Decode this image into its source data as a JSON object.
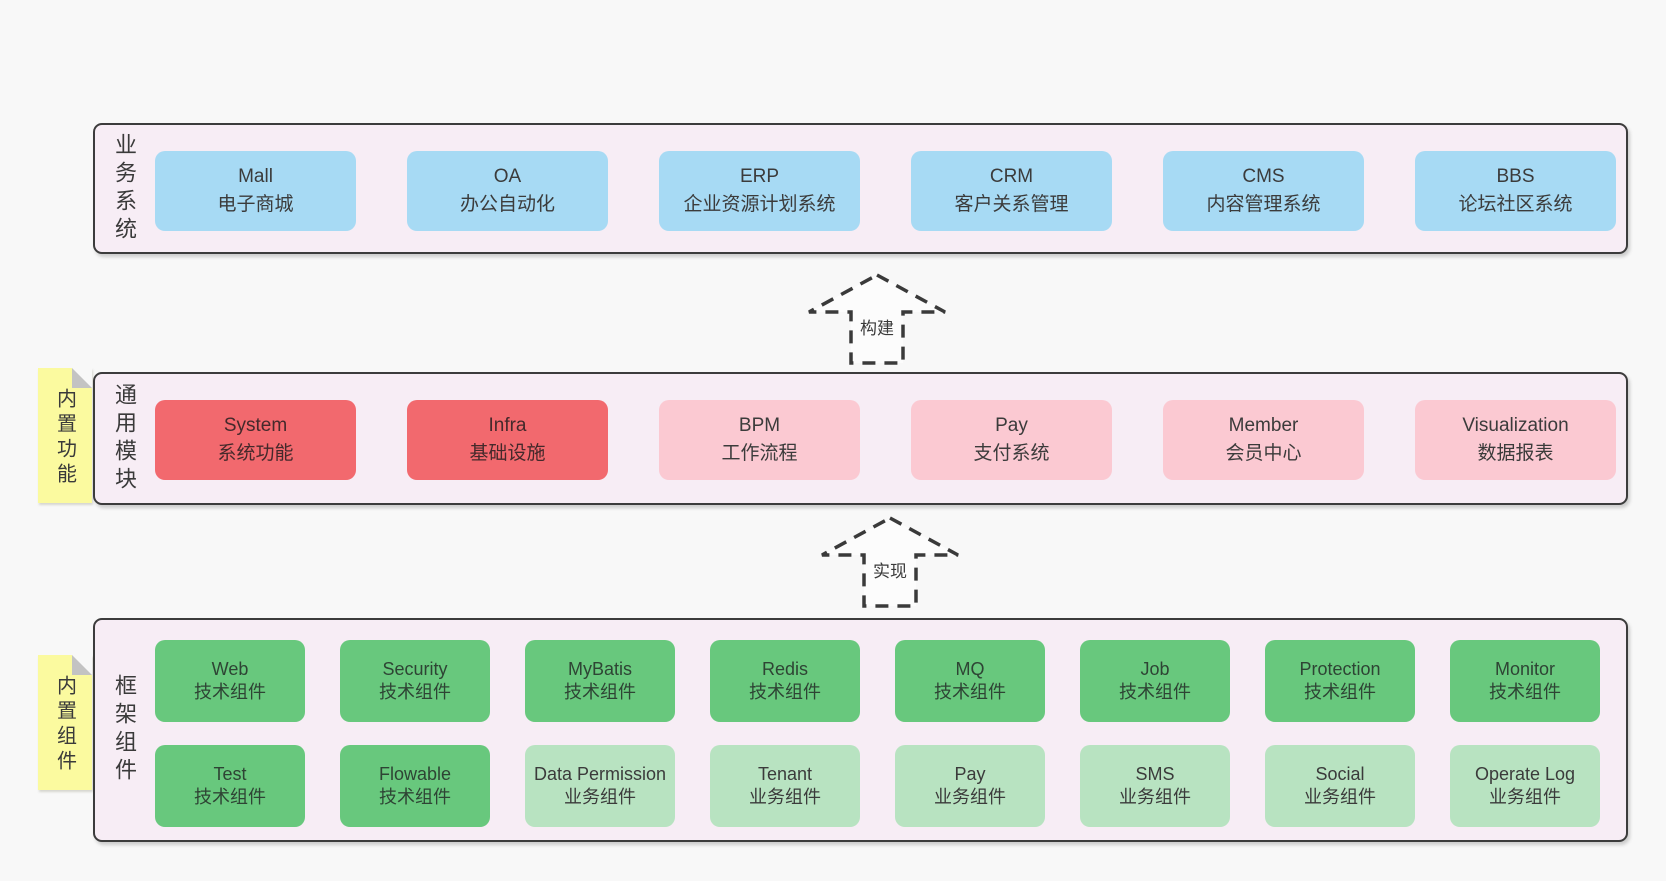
{
  "colors": {
    "page_bg": "#f8f8f8",
    "panel_bg": "#f7edf5",
    "panel_border": "#3c3c3c",
    "node_blue": "#a7daf4",
    "node_red": "#f2696e",
    "node_pink": "#fbc9d2",
    "node_green": "#68c87d",
    "node_light_green": "#b8e3c1",
    "sticky_note": "#fbfa9f",
    "text": "#3b3b3b"
  },
  "layers": {
    "business": {
      "label": "业务系统",
      "boxes": [
        {
          "title": "Mall",
          "subtitle": "电子商城"
        },
        {
          "title": "OA",
          "subtitle": "办公自动化"
        },
        {
          "title": "ERP",
          "subtitle": "企业资源计划系统"
        },
        {
          "title": "CRM",
          "subtitle": "客户关系管理"
        },
        {
          "title": "CMS",
          "subtitle": "内容管理系统"
        },
        {
          "title": "BBS",
          "subtitle": "论坛社区系统"
        }
      ]
    },
    "modules": {
      "label": "通用模块",
      "note": "内置功能",
      "boxes": [
        {
          "title": "System",
          "subtitle": "系统功能"
        },
        {
          "title": "Infra",
          "subtitle": "基础设施"
        },
        {
          "title": "BPM",
          "subtitle": "工作流程"
        },
        {
          "title": "Pay",
          "subtitle": "支付系统"
        },
        {
          "title": "Member",
          "subtitle": "会员中心"
        },
        {
          "title": "Visualization",
          "subtitle": "数据报表"
        }
      ]
    },
    "components": {
      "label": "框架组件",
      "note": "内置组件",
      "row1": [
        {
          "title": "Web",
          "subtitle": "技术组件"
        },
        {
          "title": "Security",
          "subtitle": "技术组件"
        },
        {
          "title": "MyBatis",
          "subtitle": "技术组件"
        },
        {
          "title": "Redis",
          "subtitle": "技术组件"
        },
        {
          "title": "MQ",
          "subtitle": "技术组件"
        },
        {
          "title": "Job",
          "subtitle": "技术组件"
        },
        {
          "title": "Protection",
          "subtitle": "技术组件"
        },
        {
          "title": "Monitor",
          "subtitle": "技术组件"
        }
      ],
      "row2": [
        {
          "title": "Test",
          "subtitle": "技术组件"
        },
        {
          "title": "Flowable",
          "subtitle": "技术组件"
        },
        {
          "title": "Data Permission",
          "subtitle": "业务组件"
        },
        {
          "title": "Tenant",
          "subtitle": "业务组件"
        },
        {
          "title": "Pay",
          "subtitle": "业务组件"
        },
        {
          "title": "SMS",
          "subtitle": "业务组件"
        },
        {
          "title": "Social",
          "subtitle": "业务组件"
        },
        {
          "title": "Operate Log",
          "subtitle": "业务组件"
        }
      ]
    }
  },
  "arrows": [
    {
      "label": "构建"
    },
    {
      "label": "实现"
    }
  ]
}
